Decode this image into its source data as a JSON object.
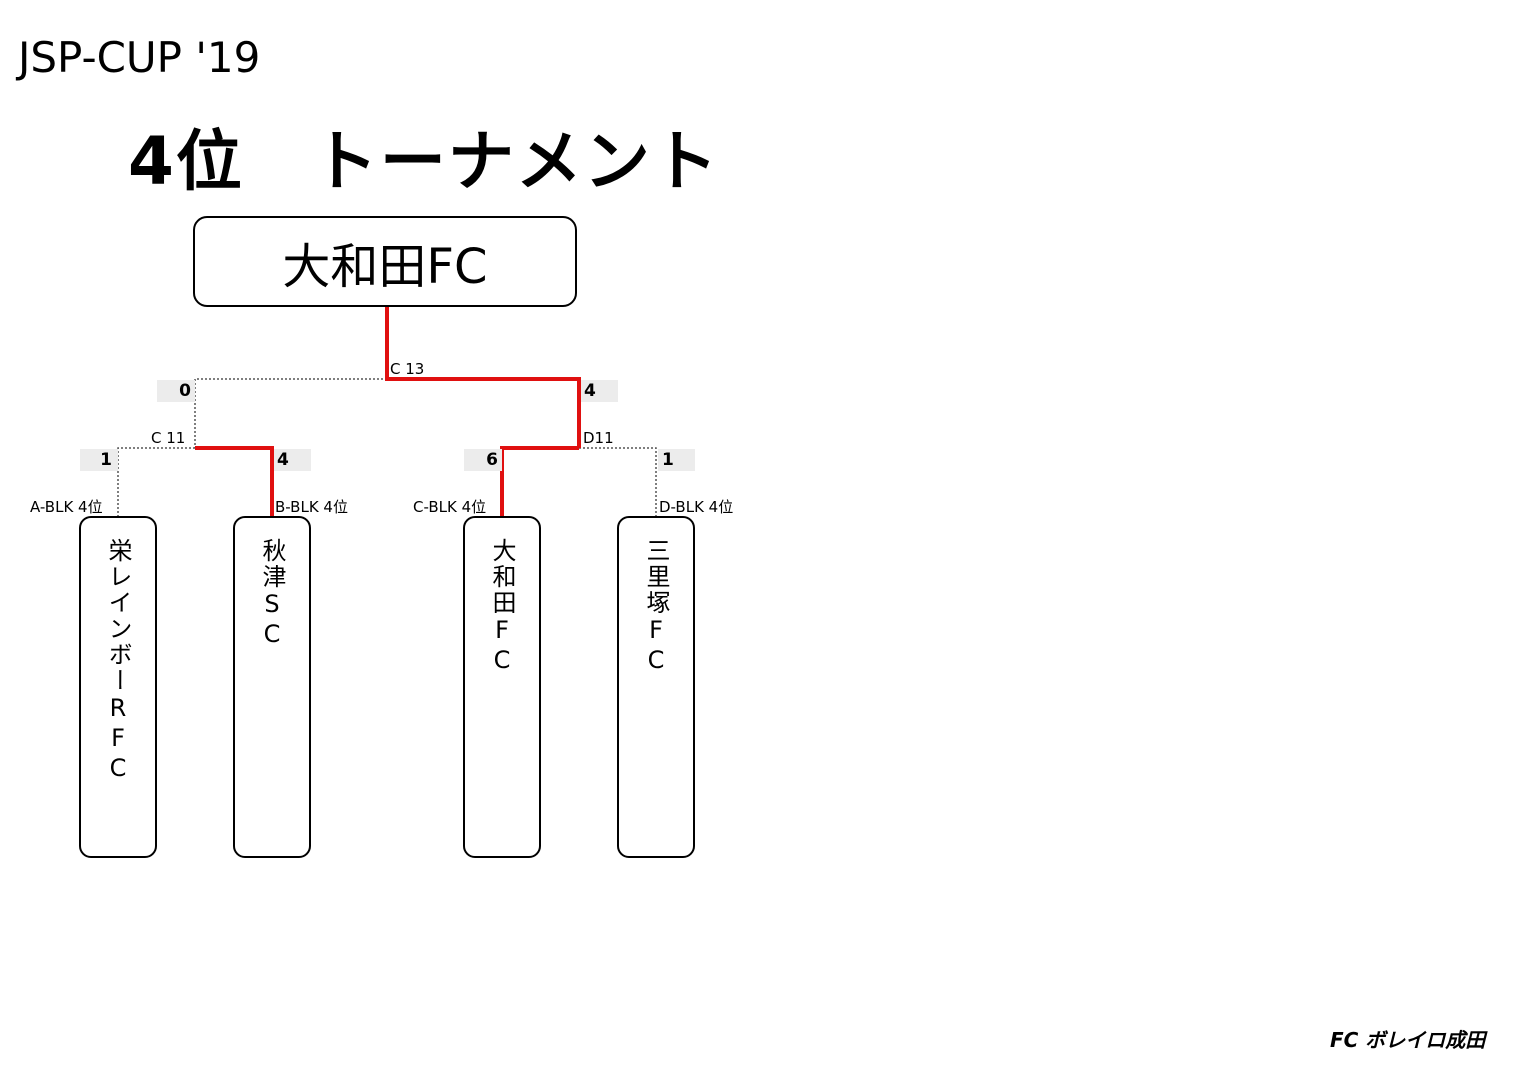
{
  "header": {
    "title": "JSP-CUP '19"
  },
  "tournament": {
    "title": "4位　トーナメント"
  },
  "winner": {
    "name": "大和田FC"
  },
  "final": {
    "match_code": "C 13",
    "left_score": "0",
    "right_score": "4"
  },
  "semi_left": {
    "match_code": "C 11",
    "left_score": "1",
    "right_score": "4"
  },
  "semi_right": {
    "match_code": "D11",
    "left_score": "6",
    "right_score": "1"
  },
  "teams": [
    {
      "slot": "A-BLK 4位",
      "name": "栄レインボーRFC"
    },
    {
      "slot": "B-BLK 4位",
      "name": "秋津SC"
    },
    {
      "slot": "C-BLK 4位",
      "name": "大和田FC"
    },
    {
      "slot": "D-BLK 4位",
      "name": "三里塚FC"
    }
  ],
  "footer": {
    "brand": "FC ボレイロ成田"
  },
  "colors": {
    "winner_line": "#e01010",
    "loser_line": "#555555",
    "score_bg": "#ececec"
  }
}
